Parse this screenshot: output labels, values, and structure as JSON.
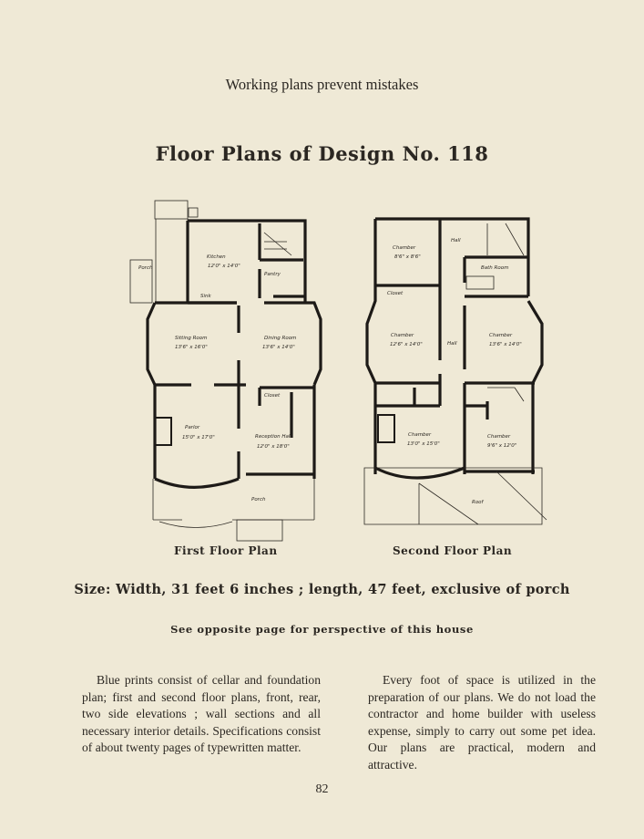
{
  "running_head": "Working plans prevent mistakes",
  "heading": "Floor Plans of Design No. 118",
  "first_floor": {
    "caption": "First Floor Plan",
    "rooms": [
      {
        "name": "Kitchen",
        "size": "12'0\" x 14'0\""
      },
      {
        "name": "Sitting Room",
        "size": "13'6\" x 16'0\""
      },
      {
        "name": "Dining Room",
        "size": "13'6\" x 14'0\""
      },
      {
        "name": "Parlor",
        "size": "15'0\" x 17'0\""
      },
      {
        "name": "Reception Hall",
        "size": "12'0\" x 18'0\""
      }
    ],
    "labels": {
      "rear_porch": "Porch",
      "front_porch": "Porch",
      "pantry": "Pantry",
      "closet": "Closet",
      "sink": "Sink"
    }
  },
  "second_floor": {
    "caption": "Second Floor Plan",
    "rooms": [
      {
        "name": "Chamber",
        "size": "8'6\" x 8'6\""
      },
      {
        "name": "Chamber",
        "size": "12'6\" x 14'0\""
      },
      {
        "name": "Chamber",
        "size": "13'6\" x 14'0\""
      },
      {
        "name": "Chamber",
        "size": "13'0\" x 15'0\""
      },
      {
        "name": "Chamber",
        "size": "9'6\" x 12'0\""
      }
    ],
    "labels": {
      "hall_top": "Hall",
      "hall_mid": "Hall",
      "bath": "Bath Room",
      "closet": "Closet",
      "roof": "Roof"
    }
  },
  "size_line": "Size: Width, 31 feet 6 inches ; length, 47 feet, exclusive of porch",
  "see_line": "See opposite page for perspective of this house",
  "paragraph_left": "Blue prints consist of cellar and foundation plan; first and second floor plans, front, rear, two side elevations ; wall sections and all necessary interior details. Specifications consist of about twenty pages of typewritten matter.",
  "paragraph_right": "Every foot of space is utilized in the preparation of our plans. We do not load the contractor and home builder with useless expense, simply to carry out some pet idea. Our plans are practical, modern and attractive.",
  "page_number": "82"
}
